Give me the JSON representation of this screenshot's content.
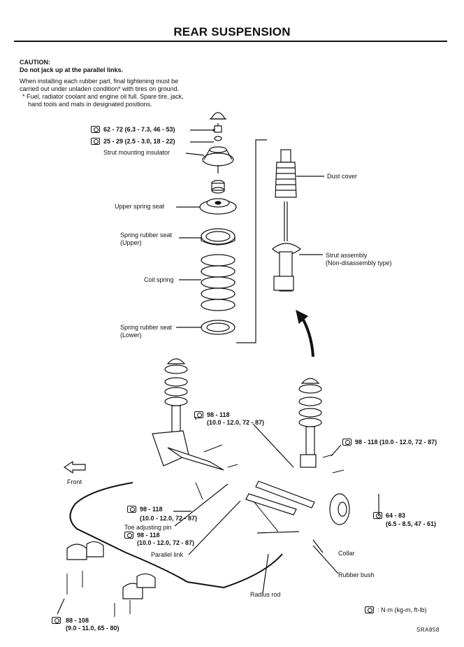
{
  "header": {
    "title": "REAR SUSPENSION"
  },
  "caution": {
    "heading": "CAUTION:",
    "warning": "Do not jack up at the parallel links.",
    "note": "When installing each rubber part, final tightening must be carried out under unladen condition* with tires on ground.",
    "footnote": "* Fuel, radiator coolant and engine oil full. Spare tire, jack, hand tools and mats in designated positions."
  },
  "torque": {
    "t1": "62 - 72 (6.3 - 7.3, 46 - 53)",
    "t2": "25 - 29 (2.5 - 3.0, 18 - 22)",
    "t3a": "98 - 118",
    "t3b": "(10.0 - 12.0, 72 - 87)",
    "t4": "98 - 118 (10.0 - 12.0, 72 - 87)",
    "t5a": "98 - 118",
    "t5b": "(10.0 - 12.0, 72 - 87)",
    "t6a": "98 - 118",
    "t6b": "(10.0 - 12.0, 72 - 87)",
    "t7a": "64 - 83",
    "t7b": "(6.5 - 8.5, 47 - 61)",
    "t8a": "88 - 108",
    "t8b": "(9.0 - 11.0, 65 - 80)"
  },
  "labels": {
    "strut_mounting_insulator": "Strut mounting insulator",
    "upper_spring_seat": "Upper spring seat",
    "spring_rubber_seat_upper_1": "Spring rubber seat",
    "spring_rubber_seat_upper_2": "(Upper)",
    "coil_spring": "Coil spring",
    "spring_rubber_seat_lower_1": "Spring rubber seat",
    "spring_rubber_seat_lower_2": "(Lower)",
    "dust_cover": "Dust cover",
    "strut_assembly_1": "Strut assembly",
    "strut_assembly_2": "(Non-disassembly type)",
    "front": "Front",
    "toe_adjusting_pin": "Toe adjusting pin",
    "parallel_link": "Parallel link",
    "collar": "Collar",
    "rubber_bush": "Rubber bush",
    "radius_rod": "Radius rod"
  },
  "legend": {
    "units": ": N·m (kg-m, ft-lb)"
  },
  "figure_code": "SRA858"
}
